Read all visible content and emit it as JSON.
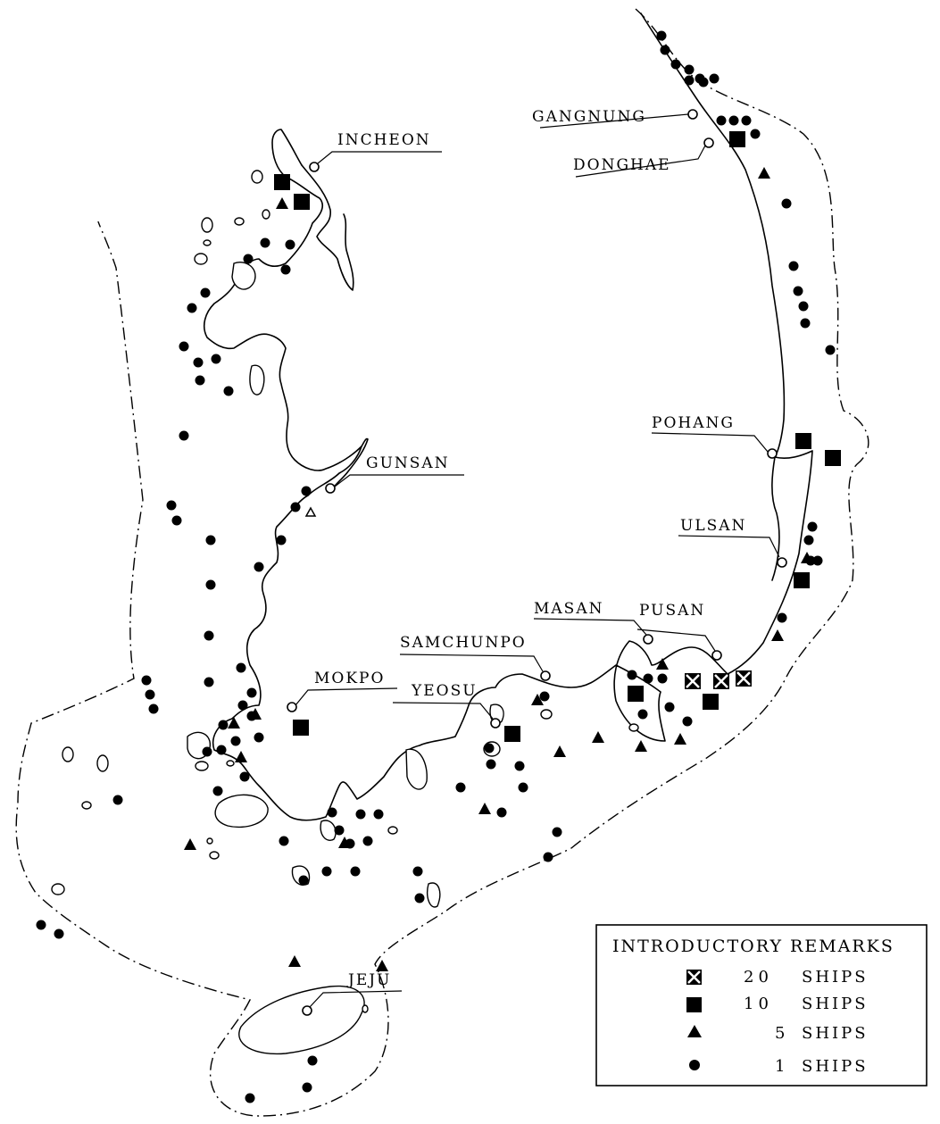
{
  "ports": [
    {
      "name": "INCHEON",
      "label": "INCHEON"
    },
    {
      "name": "GANGNUNG",
      "label": "GANGNUNG"
    },
    {
      "name": "DONGHAE",
      "label": "DONGHAE"
    },
    {
      "name": "GUNSAN",
      "label": "GUNSAN"
    },
    {
      "name": "POHANG",
      "label": "POHANG"
    },
    {
      "name": "ULSAN",
      "label": "ULSAN"
    },
    {
      "name": "MASAN",
      "label": "MASAN"
    },
    {
      "name": "PUSAN",
      "label": "PUSAN"
    },
    {
      "name": "SAMCHUNPO",
      "label": "SAMCHUNPO"
    },
    {
      "name": "MOKPO",
      "label": "MOKPO"
    },
    {
      "name": "YEOSU",
      "label": "YEOSU"
    },
    {
      "name": "JEJU",
      "label": "JEJU"
    }
  ],
  "legend": {
    "title": "INTRODUCTORY REMARKS",
    "items": [
      {
        "symbol": "crossed-square",
        "count": "20",
        "unit": "SHIPS"
      },
      {
        "symbol": "square",
        "count": "10",
        "unit": "SHIPS"
      },
      {
        "symbol": "triangle",
        "count": "5",
        "unit": "SHIPS"
      },
      {
        "symbol": "circle",
        "count": "1",
        "unit": "SHIPS"
      }
    ]
  },
  "colors": {
    "ink": "#000000",
    "paper": "#ffffff"
  }
}
